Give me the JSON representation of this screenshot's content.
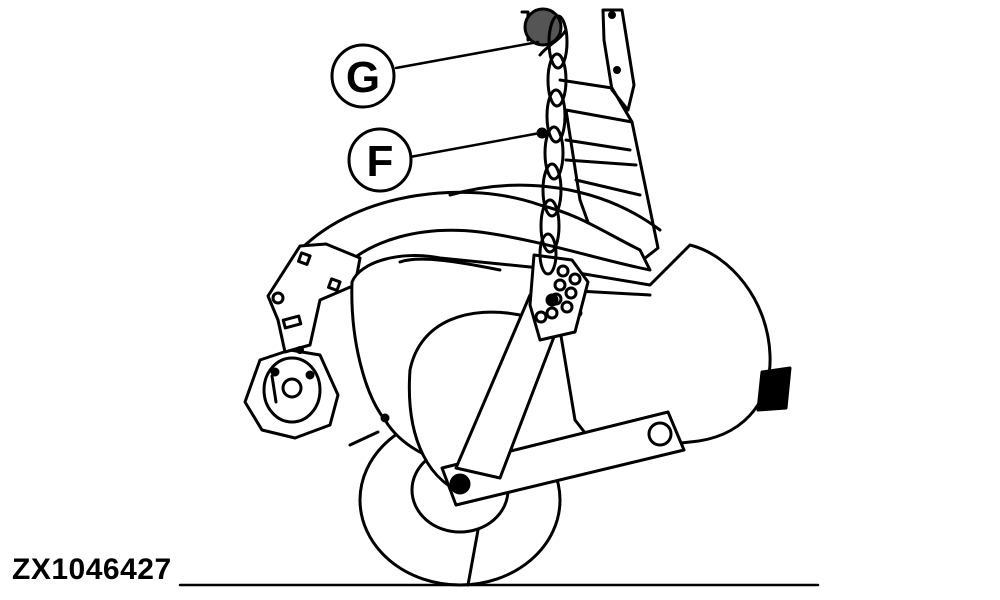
{
  "callouts": [
    {
      "label": "G"
    },
    {
      "label": "F"
    }
  ],
  "figure_id": "ZX1046427",
  "icons": {
    "illustration": "gauge-wheel-depth-chain-line-drawing"
  },
  "colors": {
    "line": "#000000",
    "background": "#ffffff"
  }
}
